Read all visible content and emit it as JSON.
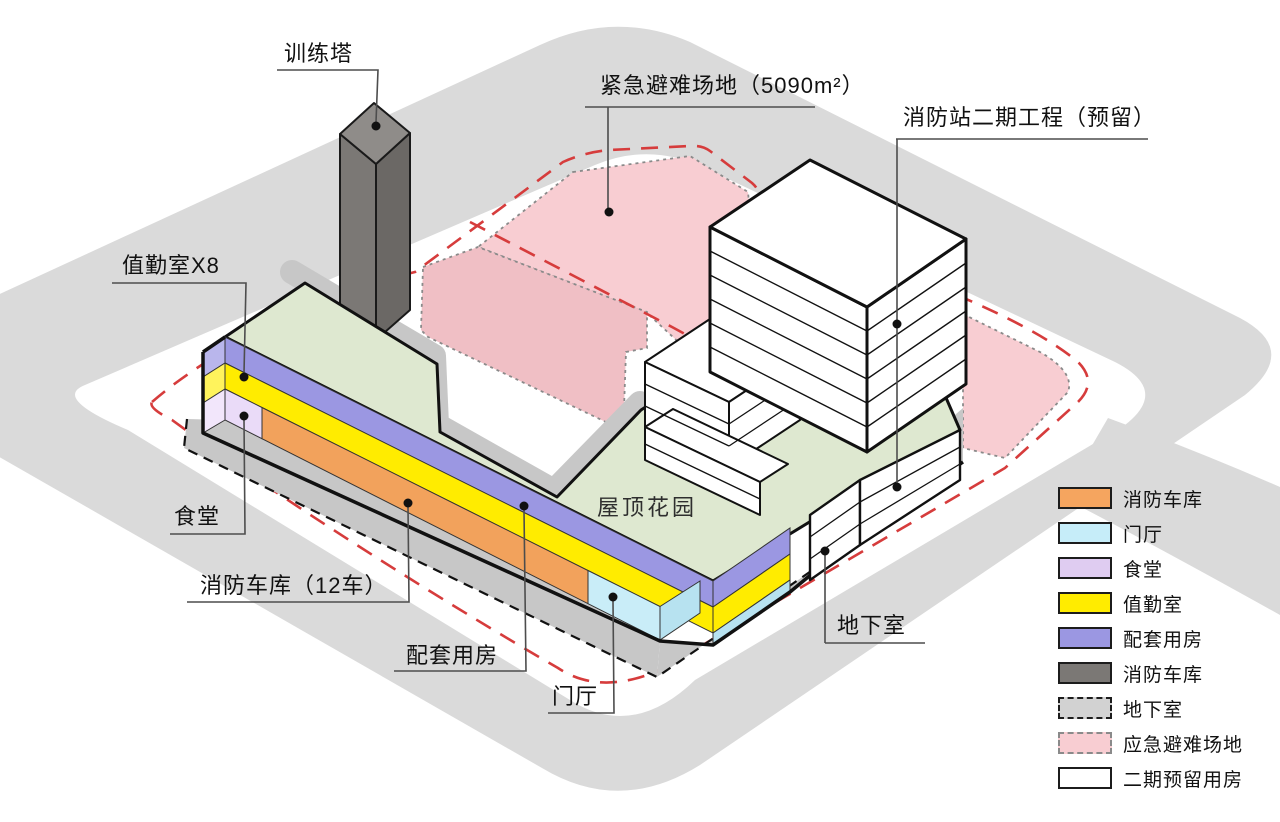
{
  "figure": {
    "type": "axonometric-architectural-diagram",
    "subject": "fire station site plan",
    "background": "#ffffff"
  },
  "annotations": {
    "train_tower": {
      "label": "训练塔"
    },
    "emergency_shelter": {
      "label": "紧急避难场地（5090m²）"
    },
    "phase2": {
      "label": "消防站二期工程（预留）"
    },
    "duty_room": {
      "label": "值勤室X8"
    },
    "canteen": {
      "label": "食堂"
    },
    "garage": {
      "label": "消防车库（12车）"
    },
    "support": {
      "label": "配套用房"
    },
    "lobby": {
      "label": "门厅"
    },
    "basement": {
      "label": "地下室"
    },
    "roof_garden": {
      "label": "屋顶花园"
    }
  },
  "legend": {
    "items": [
      {
        "label": "消防车库",
        "color": "#f5a55f",
        "border": "solid"
      },
      {
        "label": "门厅",
        "color": "#c6edf9",
        "border": "solid"
      },
      {
        "label": "食堂",
        "color": "#dfccf1",
        "border": "solid"
      },
      {
        "label": "值勤室",
        "color": "#ffec00",
        "border": "solid"
      },
      {
        "label": "配套用房",
        "color": "#9b97e2",
        "border": "solid"
      },
      {
        "label": "消防车库",
        "color": "#7b7875",
        "border": "solid"
      },
      {
        "label": "地下室",
        "color": "#d2d2d2",
        "border": "dashed"
      },
      {
        "label": "应急避难场地",
        "color": "#f8cdd2",
        "border": "dashed"
      },
      {
        "label": "二期预留用房",
        "color": "#ffffff",
        "border": "solid"
      }
    ]
  },
  "colors": {
    "road": "#dadada",
    "site": "#ffffff",
    "courtyard": "#c7c7c7",
    "roof_green": "#dee8d0",
    "band_purple": "#9b97e2",
    "band_purple_light": "#b9b6ec",
    "band_yellow": "#ffec00",
    "band_yellow_light": "#fff35c",
    "band_orange": "#f2a25c",
    "band_lavender": "#eadbf8",
    "band_lavender_light": "#f2e6fb",
    "band_blue": "#c9edf8",
    "band_blue_side": "#b7e2f0",
    "pink_back": "#f8cdd2",
    "pink_front": "#f0bfc5",
    "tower_top": "#8f8c89",
    "tower_left": "#7b7875",
    "tower_right": "#6b6865",
    "red_boundary": "#d63c3c",
    "outline": "#111111"
  }
}
